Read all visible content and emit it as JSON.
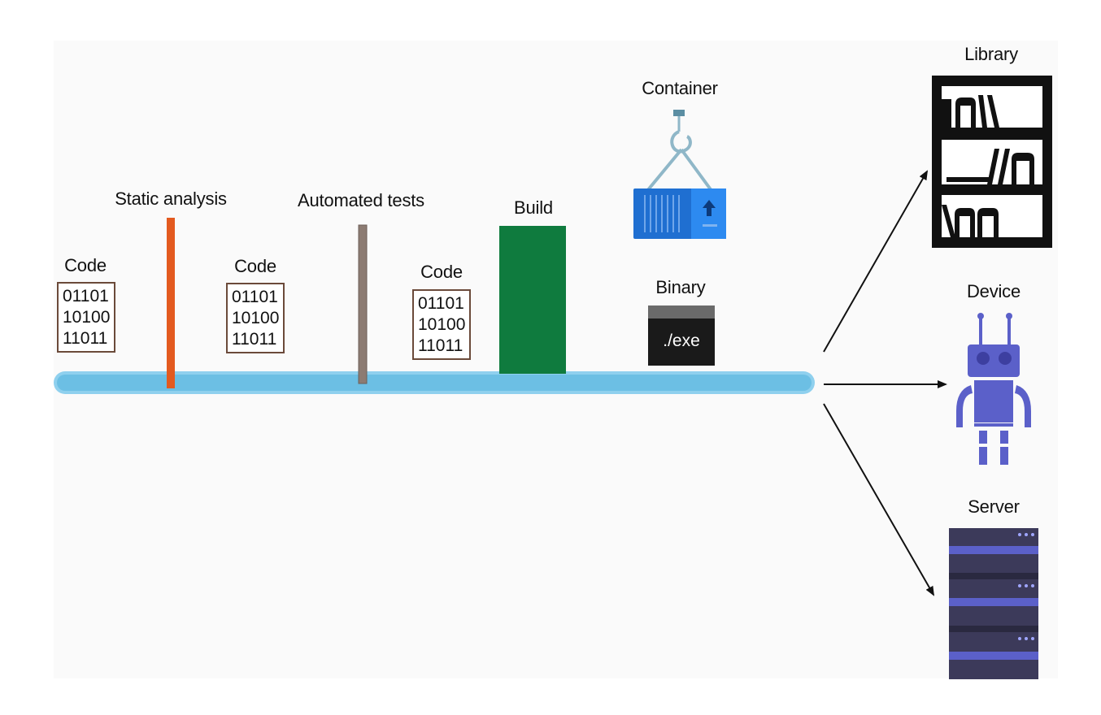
{
  "stages": {
    "code1": {
      "label": "Code",
      "lines": [
        "01101",
        "10100",
        "11011"
      ]
    },
    "static_analysis": {
      "label": "Static analysis",
      "color": "#e35a1f"
    },
    "code2": {
      "label": "Code",
      "lines": [
        "01101",
        "10100",
        "11011"
      ]
    },
    "automated_tests": {
      "label": "Automated tests",
      "color": "#8c7b72"
    },
    "code3": {
      "label": "Code",
      "lines": [
        "01101",
        "10100",
        "11011"
      ]
    },
    "build": {
      "label": "Build",
      "color": "#0f7b3e"
    },
    "container": {
      "label": "Container",
      "icon": "container-icon"
    },
    "binary": {
      "label": "Binary",
      "text": "./exe"
    }
  },
  "pipeline": {
    "color": "#7cc8e8"
  },
  "targets": {
    "library": {
      "label": "Library",
      "icon": "bookshelf-icon"
    },
    "device": {
      "label": "Device",
      "icon": "robot-icon",
      "color": "#5b60c9"
    },
    "server": {
      "label": "Server",
      "icon": "server-rack-icon",
      "color": "#3c3a5a"
    }
  }
}
